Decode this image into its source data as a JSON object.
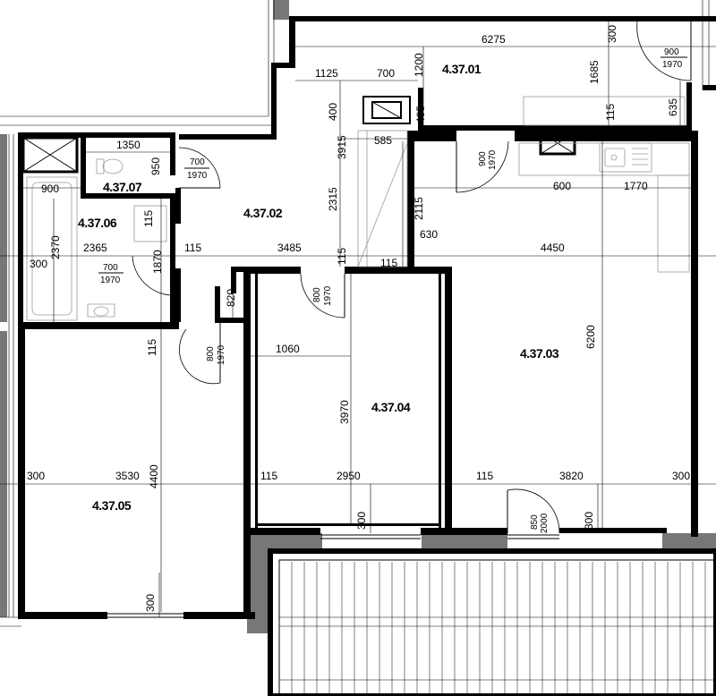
{
  "rooms": {
    "r01": "4.37.01",
    "r02": "4.37.02",
    "r03": "4.37.03",
    "r04": "4.37.04",
    "r05": "4.37.05",
    "r06": "4.37.06",
    "r07": "4.37.07"
  },
  "dims": {
    "d6275": "6275",
    "d300_top": "300",
    "d1125": "1125",
    "d700_top": "700",
    "d1200": "1200",
    "d1685": "1685",
    "d635": "635",
    "d400": "400",
    "d485": "485",
    "d115_top": "115",
    "d1350": "1350",
    "d950": "950",
    "d3915": "3915",
    "d585": "585",
    "d900_left": "900",
    "d600": "600",
    "d1770": "1770",
    "d2315": "2315",
    "d2115": "2115",
    "d115_06": "115",
    "d2370": "2370",
    "d2365": "2365",
    "d115_a": "115",
    "d3485": "3485",
    "d630": "630",
    "d4450": "4450",
    "d300_left": "300",
    "d1870": "1870",
    "d115_b": "115",
    "d115_c": "115",
    "d820": "820",
    "d6200": "6200",
    "d115_05": "115",
    "d1060": "1060",
    "d3970": "3970",
    "d300_05": "300",
    "d3530": "3530",
    "d4400": "4400",
    "d115_04": "115",
    "d2950": "2950",
    "d115_03": "115",
    "d3820": "3820",
    "d300_03": "300",
    "d300_v04": "300",
    "d300_v03": "300",
    "d300_v05": "300"
  },
  "doors": {
    "dr_entry_w": "900",
    "dr_entry_h": "1970",
    "dr07_w": "700",
    "dr07_h": "1970",
    "dr06_w": "700",
    "dr06_h": "1970",
    "dr01_w": "900",
    "dr01_h": "1970",
    "dr04_w": "800",
    "dr04_h": "1970",
    "dr05_w": "800",
    "dr05_h": "1970",
    "dr03_w": "850",
    "dr03_h": "2000"
  }
}
